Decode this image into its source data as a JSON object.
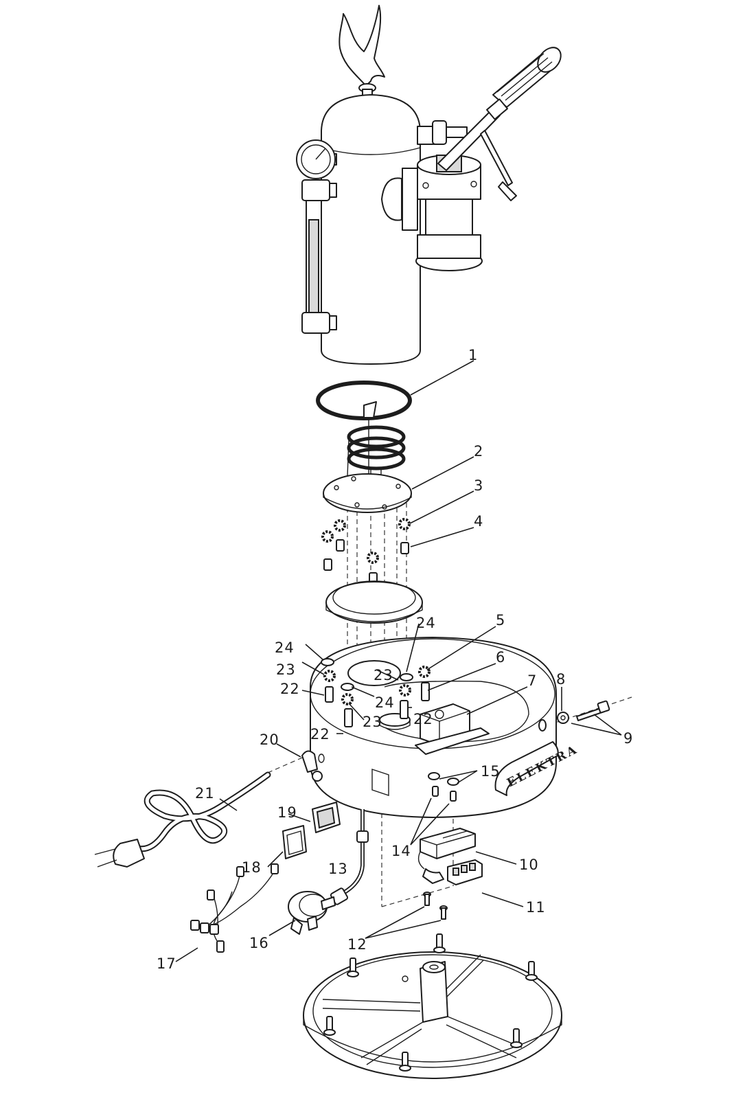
{
  "brand_badge": "ELEKTRA",
  "callouts": [
    "1",
    "2",
    "3",
    "4",
    "5",
    "6",
    "7",
    "8",
    "9",
    "10",
    "11",
    "12",
    "13",
    "14",
    "15",
    "16",
    "17",
    "18",
    "19",
    "20",
    "21",
    "22",
    "22",
    "22",
    "22",
    "23",
    "23",
    "23",
    "24",
    "24",
    "24"
  ]
}
